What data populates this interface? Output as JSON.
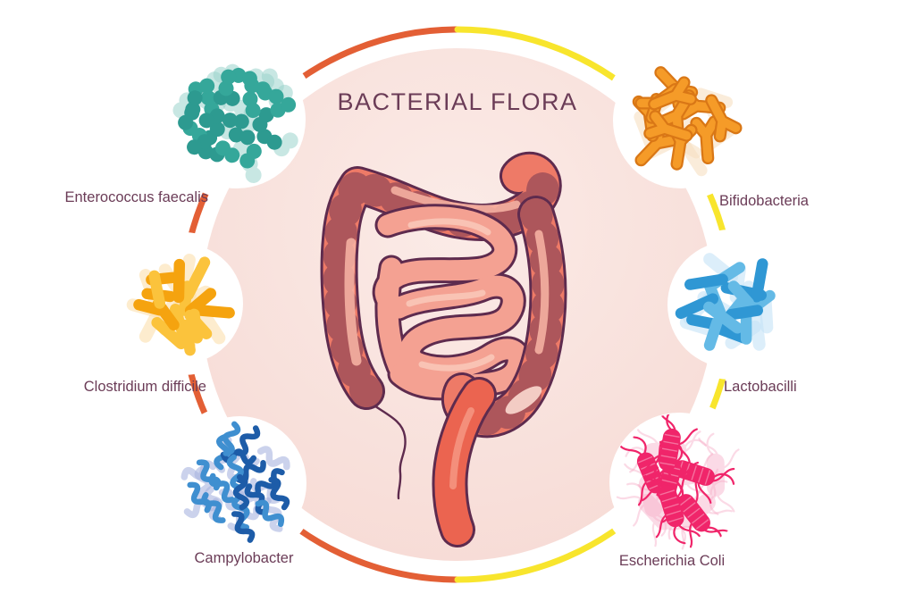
{
  "title": "BACTERIAL FLORA",
  "organisms": [
    {
      "id": "enterococcus",
      "label": "Enterococcus faecalis",
      "type": "diplococcus",
      "color": "#35a79a",
      "color2": "#2d9a90",
      "color_light": "#9bd4cc"
    },
    {
      "id": "clostridium",
      "label": "Clostridium difficile",
      "type": "rod",
      "color": "#f5a30f",
      "color2": "#fbc33c",
      "color_light": "#fbdfae"
    },
    {
      "id": "campylobacter",
      "label": "Campylobacter",
      "type": "curved-rod",
      "color": "#1d5ca8",
      "color2": "#3f8fd0",
      "color_light": "#a9b4e0"
    },
    {
      "id": "bifidobacteria",
      "label": "Bifidobacteria",
      "type": "branched-rod",
      "color": "#f59b28",
      "color2": "#d97716",
      "color_light": "#f6e0c2"
    },
    {
      "id": "lactobacilli",
      "label": "Lactobacilli",
      "type": "rod",
      "color": "#2f97d4",
      "color2": "#64bae6",
      "color_light": "#c4e3f6"
    },
    {
      "id": "ecoli",
      "label": "Escherichia Coli",
      "type": "flagellated-rod",
      "color": "#f0256a",
      "color2": "#f4558c",
      "color_light": "#f6aec8"
    }
  ],
  "theme": {
    "background": "#ffffff",
    "text_color": "#6b3c57",
    "ring_left": "#e35f35",
    "ring_right": "#f8e52d",
    "center_fill_light": "#fbebe7",
    "center_fill": "#f6d8d2",
    "intestine_outline": "#5e2b4e",
    "intestine_colon": "#ee7a67",
    "intestine_small": "#f4a192",
    "intestine_rectum": "#eb6450",
    "intestine_highlight": "#f8b5a6",
    "intestine_highlight2": "#f9c6b8",
    "rectum_highlight": "#f59480",
    "sigmoid_highlight": "#fbd9cf"
  }
}
